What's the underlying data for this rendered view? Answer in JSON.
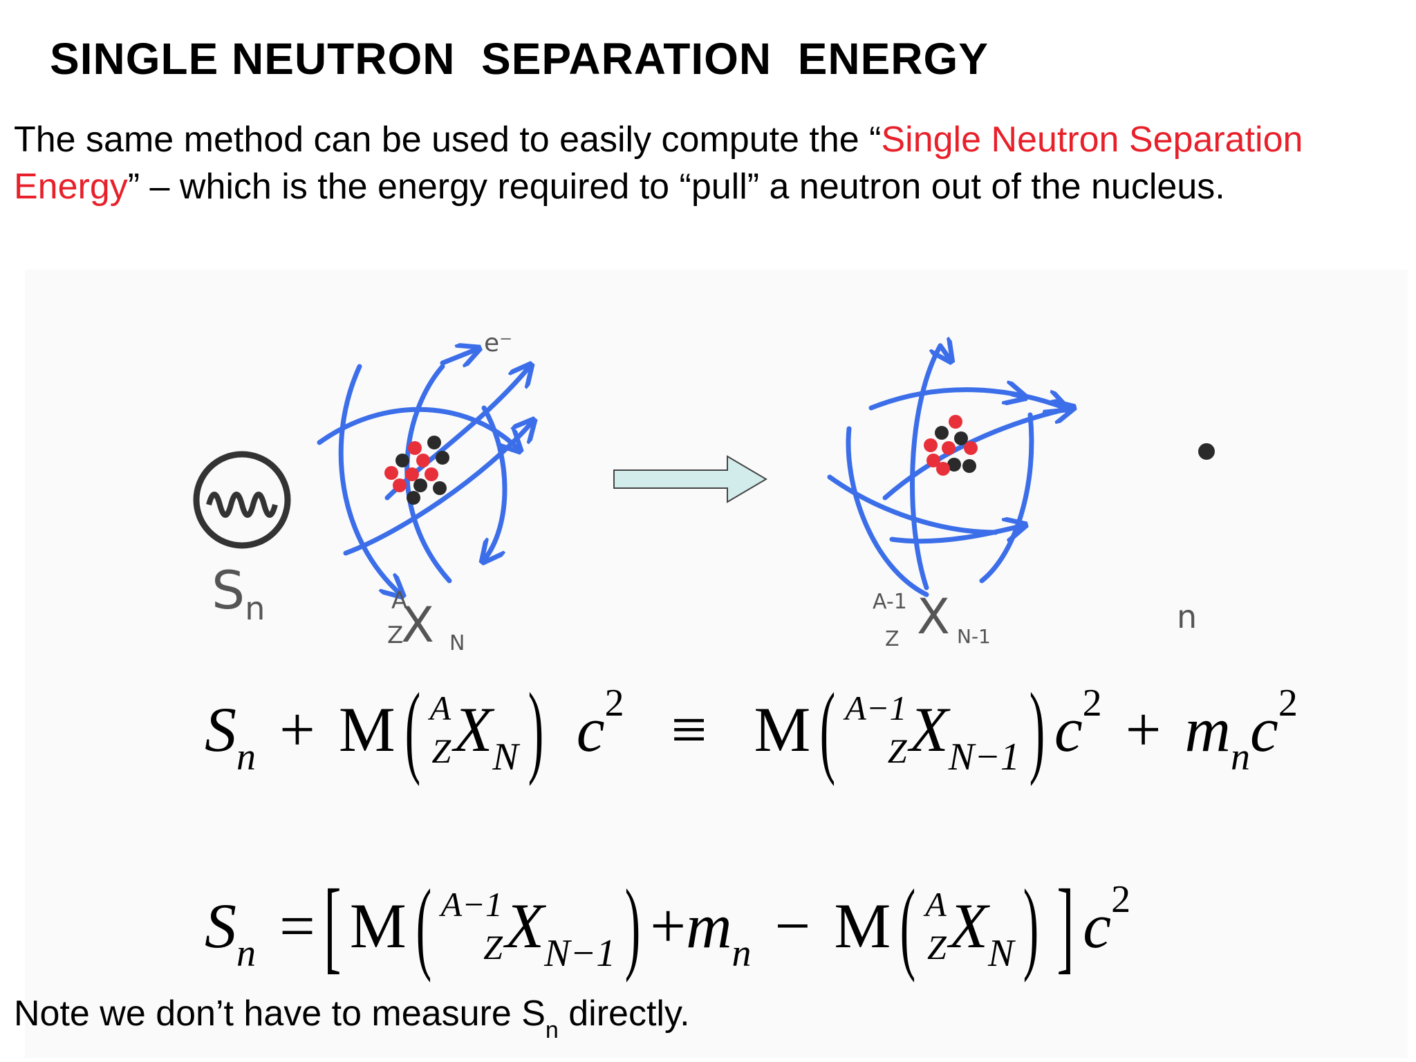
{
  "slide": {
    "title": "SINGLE NEUTRON  SEPARATION  ENERGY",
    "intro": {
      "part1": "The same method can be used to easily compute the “",
      "highlight": "Single Neutron Separation Energy",
      "part2": "” – which is the energy required to “pull” a neutron out of the nucleus."
    },
    "note": {
      "before": "Note we don’t have to measure S",
      "sub": "n",
      "after": " directly."
    }
  },
  "figure": {
    "sn_label": "S",
    "sn_sub": "n",
    "electron_label": "e⁻",
    "left_nucleus": {
      "sup": "A",
      "sym": "X",
      "sub_z": "Z",
      "sub_n": "N"
    },
    "right_nucleus": {
      "sup": "A-1",
      "sym": "X",
      "sub_z": "Z",
      "sub_n": "N-1"
    },
    "neutron_label": "n",
    "colors": {
      "orbit": "#3b6ee8",
      "proton": "#e8303a",
      "neutron": "#2a2a2a",
      "arrow_fill": "#d2ecec"
    }
  },
  "equation1": {
    "sn": "S",
    "sn_sub": "n",
    "plus": "+",
    "M": "M",
    "A": "A",
    "Z": "Z",
    "X": "X",
    "N": "N",
    "c": "c",
    "two": "2",
    "equiv": "≡",
    "Am1": "A−1",
    "Nm1": "N−1",
    "m": "m",
    "n": "n"
  },
  "equation2": {
    "sn": "S",
    "sn_sub": "n",
    "eq": "=",
    "lbr": "[",
    "rbr": "]",
    "M": "M",
    "Am1": "A−1",
    "Z": "Z",
    "X": "X",
    "Nm1": "N−1",
    "plus": "+",
    "m": "m",
    "n": "n",
    "minus": "−",
    "A": "A",
    "N": "N",
    "c": "c",
    "two": "2"
  }
}
